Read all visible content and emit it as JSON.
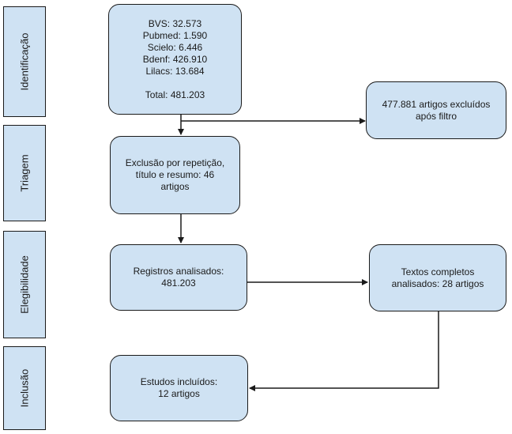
{
  "stages": {
    "identificacao": "Identificação",
    "triagem": "Triagem",
    "elegibilidade": "Elegibilidade",
    "inclusao": "Inclusão"
  },
  "boxes": {
    "sources": {
      "lines": [
        "BVS: 32.573",
        "Pubmed: 1.590",
        "Scielo: 6.446",
        "Bdenf: 426.910",
        "Lilacs: 13.684"
      ],
      "total": "Total: 481.203"
    },
    "excluded": {
      "lines": [
        "477.881 artigos excluídos",
        "após filtro"
      ]
    },
    "screening": {
      "lines": [
        "Exclusão por repetição,",
        "título e resumo: 46",
        "artigos"
      ]
    },
    "analyzed": {
      "lines": [
        "Registros analisados:",
        "481.203"
      ]
    },
    "full_texts": {
      "lines": [
        "Textos completos",
        "analisados: 28 artigos"
      ]
    },
    "included": {
      "lines": [
        "Estudos incluídos:",
        "12 artigos"
      ]
    }
  },
  "colors": {
    "box_fill": "#cfe2f3",
    "stroke": "#1a1a1a"
  }
}
